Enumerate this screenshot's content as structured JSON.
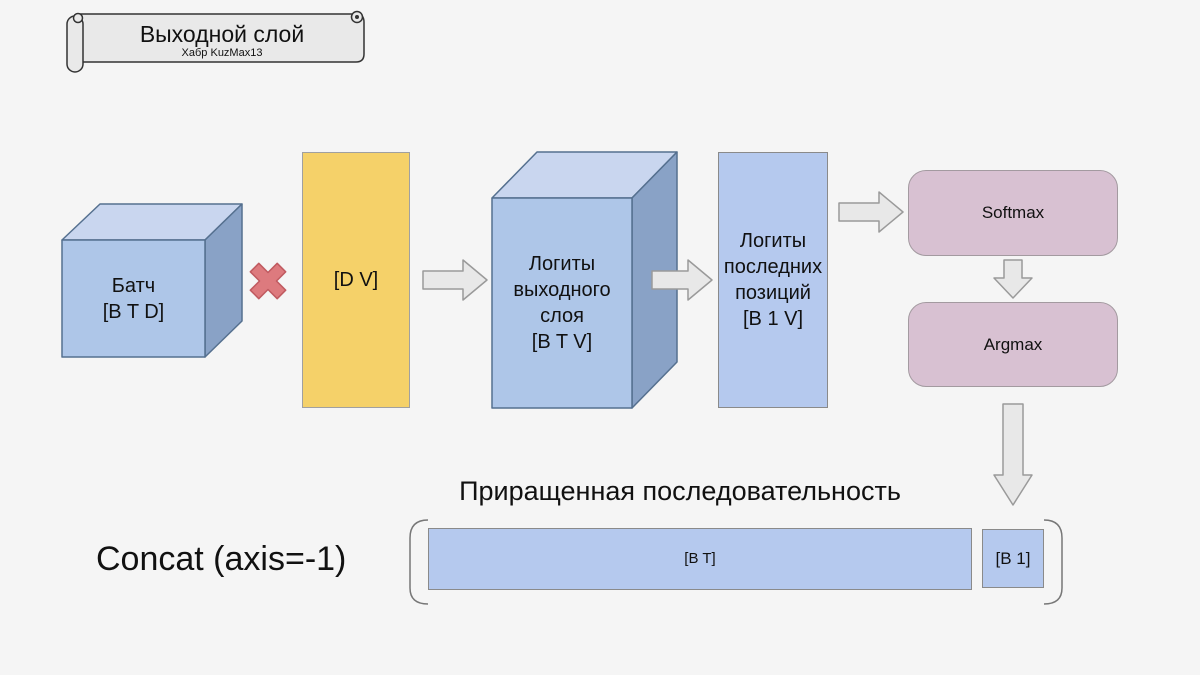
{
  "title_banner": {
    "title": "Выходной слой",
    "subtitle": "Хабр KuzMax13"
  },
  "nodes": {
    "batch": {
      "lines": [
        "Батч",
        "[B T D]"
      ]
    },
    "weights": {
      "label": "[D V]"
    },
    "logits_output": {
      "lines": [
        "Логиты",
        "выходного",
        "слоя",
        "[B T V]"
      ]
    },
    "logits_last": {
      "lines": [
        "Логиты",
        "последних",
        "позиций",
        "[B 1 V]"
      ]
    },
    "softmax": {
      "label": "Softmax"
    },
    "argmax": {
      "label": "Argmax"
    }
  },
  "bottom_section": {
    "heading": "Приращенная последовательность",
    "concat_label": "Concat (axis=-1)",
    "sequence_main": "[B T]",
    "sequence_appended": "[B 1]"
  },
  "icons": {
    "multiply": "x-cross",
    "flow_right": "arrow-right",
    "flow_down": "arrow-down"
  },
  "colors": {
    "background": "#f5f5f5",
    "blue_fill": "#aec6e8",
    "blue_top": "#c9d6ef",
    "blue_side": "#89a2c6",
    "blue_border": "#55708f",
    "flat_blue_fill": "#b5c9ee",
    "yellow_fill": "#f5d169",
    "pink_fill": "#d8c1d2",
    "red_x": "#dd7a7e",
    "arrow_fill": "#e8e8e8",
    "banner_fill": "#e9e9e9"
  }
}
